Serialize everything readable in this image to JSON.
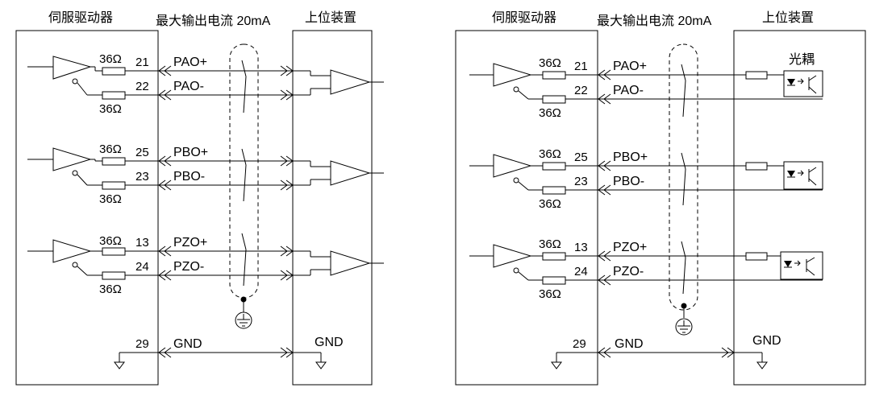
{
  "left_diagram": {
    "driver_title": "伺服驱动器",
    "current_title": "最大输出电流 20mA",
    "host_title": "上位装置",
    "channels": [
      {
        "pin_pos": "21",
        "sig_pos": "PAO+",
        "pin_neg": "22",
        "sig_neg": "PAO-",
        "res_top": "36Ω",
        "res_bottom": "36Ω"
      },
      {
        "pin_pos": "25",
        "sig_pos": "PBO+",
        "pin_neg": "23",
        "sig_neg": "PBO-",
        "res_top": "36Ω",
        "res_bottom": "36Ω"
      },
      {
        "pin_pos": "13",
        "sig_pos": "PZO+",
        "pin_neg": "24",
        "sig_neg": "PZO-",
        "res_top": "36Ω",
        "res_bottom": "36Ω"
      }
    ],
    "gnd_pin": "29",
    "gnd_label": "GND",
    "host_gnd_label": "GND"
  },
  "right_diagram": {
    "driver_title": "伺服驱动器",
    "current_title": "最大输出电流 20mA",
    "host_title": "上位装置",
    "optocoupler_label": "光耦",
    "channels": [
      {
        "pin_pos": "21",
        "sig_pos": "PAO+",
        "pin_neg": "22",
        "sig_neg": "PAO-",
        "res_top": "36Ω",
        "res_bottom": "36Ω"
      },
      {
        "pin_pos": "25",
        "sig_pos": "PBO+",
        "pin_neg": "23",
        "sig_neg": "PBO-",
        "res_top": "36Ω",
        "res_bottom": "36Ω"
      },
      {
        "pin_pos": "13",
        "sig_pos": "PZO+",
        "pin_neg": "24",
        "sig_neg": "PZO-",
        "res_top": "36Ω",
        "res_bottom": "36Ω"
      }
    ],
    "gnd_pin": "29",
    "gnd_label": "GND",
    "host_gnd_label": "GND"
  }
}
